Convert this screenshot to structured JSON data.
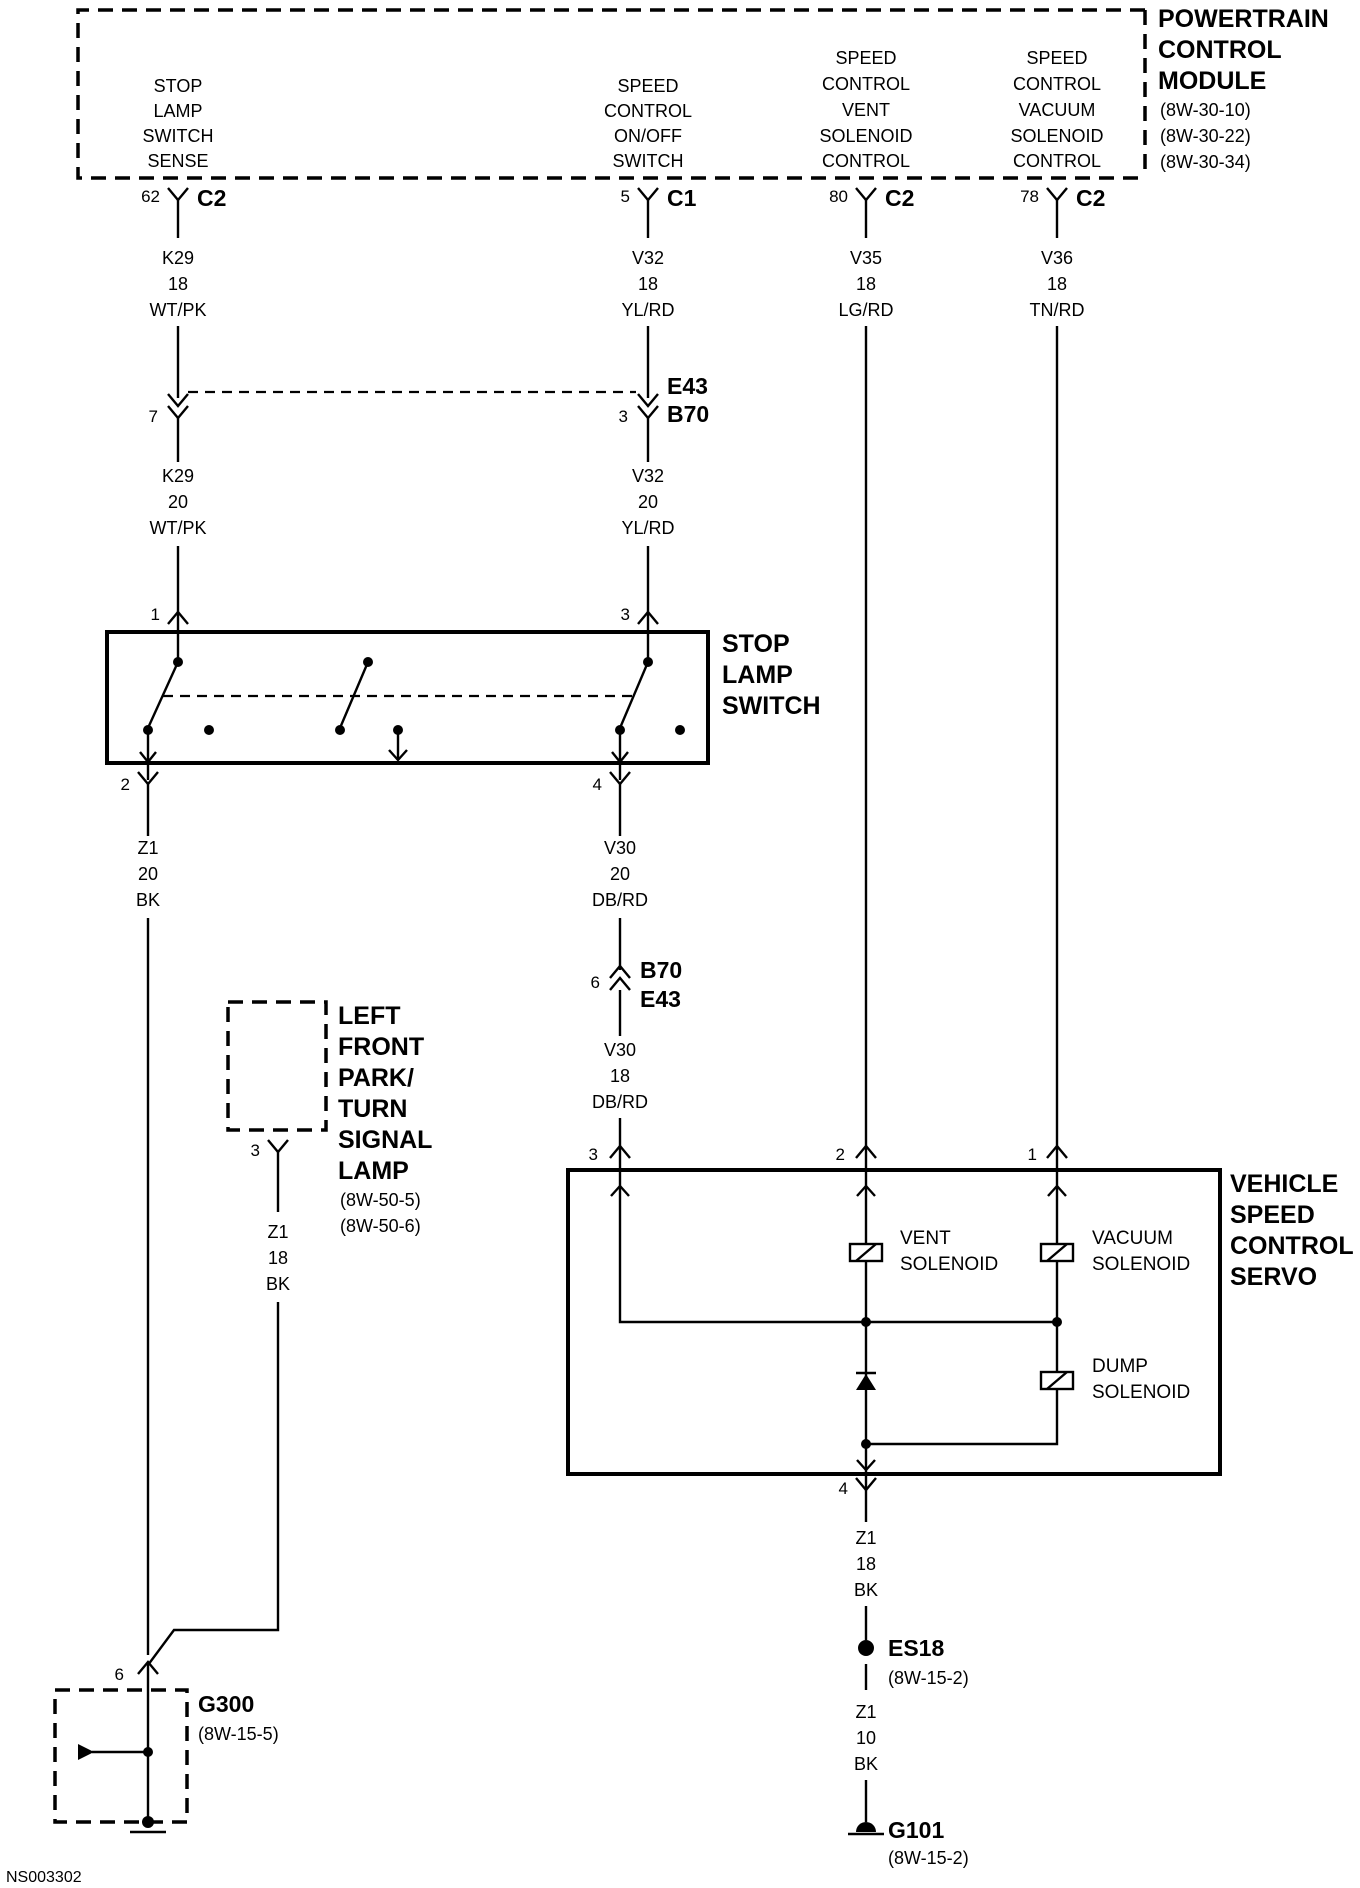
{
  "pcm": {
    "title": [
      "POWERTRAIN",
      "CONTROL",
      "MODULE"
    ],
    "refs": [
      "(8W-30-10)",
      "(8W-30-22)",
      "(8W-30-34)"
    ],
    "circuits": [
      {
        "lines": [
          "STOP",
          "LAMP",
          "SWITCH",
          "SENSE"
        ],
        "pin": "62",
        "conn": "C2"
      },
      {
        "lines": [
          "SPEED",
          "CONTROL",
          "ON/OFF",
          "SWITCH"
        ],
        "pin": "5",
        "conn": "C1"
      },
      {
        "lines": [
          "SPEED",
          "CONTROL",
          "VENT",
          "SOLENOID",
          "CONTROL"
        ],
        "pin": "80",
        "conn": "C2"
      },
      {
        "lines": [
          "SPEED",
          "CONTROL",
          "VACUUM",
          "SOLENOID",
          "CONTROL"
        ],
        "pin": "78",
        "conn": "C2"
      }
    ]
  },
  "wires": {
    "k29_18": [
      "K29",
      "18",
      "WT/PK"
    ],
    "v32_18": [
      "V32",
      "18",
      "YL/RD"
    ],
    "v35_18": [
      "V35",
      "18",
      "LG/RD"
    ],
    "v36_18": [
      "V36",
      "18",
      "TN/RD"
    ],
    "k29_20": [
      "K29",
      "20",
      "WT/PK"
    ],
    "v32_20": [
      "V32",
      "20",
      "YL/RD"
    ],
    "z1_20": [
      "Z1",
      "20",
      "BK"
    ],
    "v30_20": [
      "V30",
      "20",
      "DB/RD"
    ],
    "v30_18": [
      "V30",
      "18",
      "DB/RD"
    ],
    "z1_18_lamp": [
      "Z1",
      "18",
      "BK"
    ],
    "z1_18_servo": [
      "Z1",
      "18",
      "BK"
    ],
    "z1_10": [
      "Z1",
      "10",
      "BK"
    ]
  },
  "connectors": {
    "e43_b70": {
      "names": [
        "E43",
        "B70"
      ],
      "pin_left": "7",
      "pin_right": "3"
    },
    "b70_e43": {
      "names": [
        "B70",
        "E43"
      ],
      "pin": "6"
    }
  },
  "stop_lamp_switch": {
    "title": [
      "STOP",
      "LAMP",
      "SWITCH"
    ],
    "pins": [
      "1",
      "3",
      "2",
      "4"
    ]
  },
  "left_front_lamp": {
    "title": [
      "LEFT",
      "FRONT",
      "PARK/",
      "TURN",
      "SIGNAL",
      "LAMP"
    ],
    "refs": [
      "(8W-50-5)",
      "(8W-50-6)"
    ],
    "pin": "3"
  },
  "servo": {
    "title": [
      "VEHICLE",
      "SPEED",
      "CONTROL",
      "SERVO"
    ],
    "pins": [
      "3",
      "2",
      "1",
      "4"
    ],
    "vent": [
      "VENT",
      "SOLENOID"
    ],
    "vacuum": [
      "VACUUM",
      "SOLENOID"
    ],
    "dump": [
      "DUMP",
      "SOLENOID"
    ]
  },
  "g300": {
    "name": "G300",
    "ref": "(8W-15-5)",
    "pin": "6"
  },
  "es18": {
    "name": "ES18",
    "ref": "(8W-15-2)"
  },
  "g101": {
    "name": "G101",
    "ref": "(8W-15-2)"
  },
  "figure_id": "NS003302"
}
